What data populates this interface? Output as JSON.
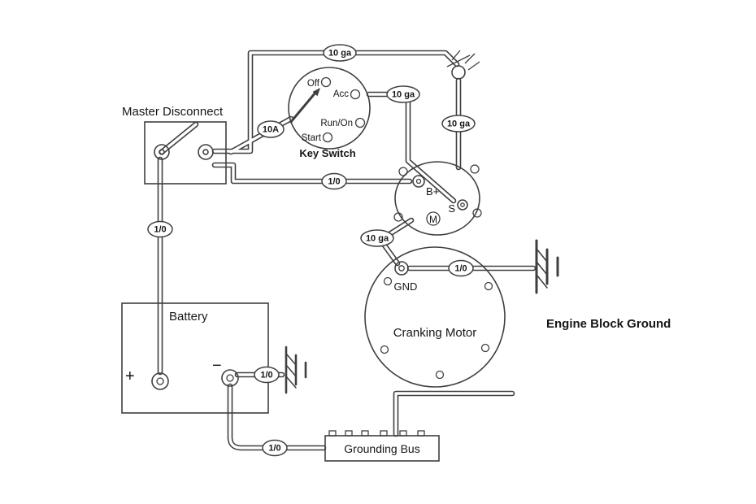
{
  "diagram": {
    "components": {
      "master_disconnect": {
        "label": "Master Disconnect"
      },
      "battery": {
        "label": "Battery",
        "plus": "+",
        "minus": "−"
      },
      "key_switch": {
        "label": "Key Switch",
        "positions": [
          "Off",
          "Acc",
          "Run/On",
          "Start"
        ]
      },
      "solenoid": {
        "b_plus": "B+",
        "s": "S",
        "m": "M"
      },
      "cranking_motor": {
        "label": "Cranking Motor",
        "gnd": "GND"
      },
      "grounding_bus": {
        "label": "Grounding Bus"
      },
      "engine_block_ground": {
        "label": "Engine Block Ground"
      }
    },
    "wire_tags": [
      {
        "label": "10 ga"
      },
      {
        "label": "10A"
      },
      {
        "label": "10 ga"
      },
      {
        "label": "10 ga"
      },
      {
        "label": "1/0"
      },
      {
        "label": "10 ga"
      },
      {
        "label": "1/0"
      },
      {
        "label": "1/0"
      },
      {
        "label": "1/0"
      },
      {
        "label": "1/0"
      }
    ]
  }
}
